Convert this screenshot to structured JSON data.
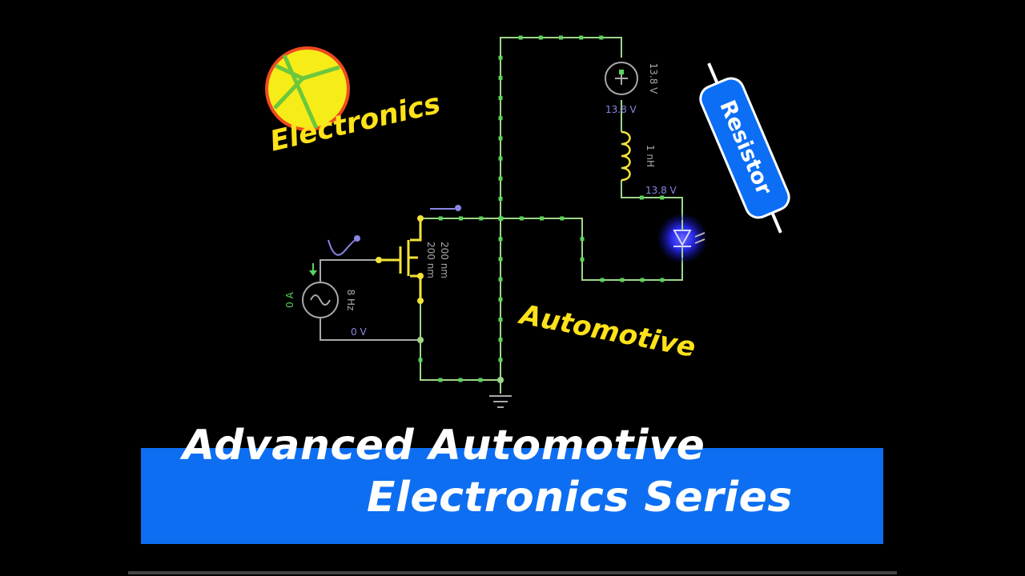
{
  "title": {
    "line1": "Advanced Automotive",
    "line2": "Electronics Series"
  },
  "tags": {
    "electronics": "Electronics",
    "automotive": "Automotive",
    "resistor": "Resistor"
  },
  "circuit": {
    "battery_voltage": "13.8 V",
    "node_top_voltage": "13.8 V",
    "node_led_voltage": "13.8 V",
    "inductor_value": "1 nH",
    "mosfet_w": "200 nm",
    "mosfet_l": "200 nm",
    "source_current": "0 A",
    "source_freq": "8 Hz",
    "ground_node_voltage": "0 V"
  },
  "colors": {
    "wire_green": "#9fd68a",
    "wire_yellow": "#f2e33a",
    "wire_gray": "#a8a8a8",
    "dot_green": "#5bd35b",
    "probe_purple": "#8a86e6",
    "led_glow": "#2c2cff",
    "logo_fill": "#f6ec18",
    "logo_ring": "#f04a1e",
    "logo_lines": "#6cc73c",
    "tag_yellow": "#ffe21a",
    "banner_blue": "#0d6ef2",
    "resistor_blue": "#0b6ef5"
  },
  "icons": {
    "logo": "electronics-logo-icon",
    "resistor": "resistor-badge-icon",
    "ground": "ground-symbol-icon",
    "led": "led-icon",
    "inductor": "inductor-icon",
    "ac_source": "ac-source-icon",
    "battery": "battery-icon",
    "mosfet": "mosfet-icon"
  }
}
